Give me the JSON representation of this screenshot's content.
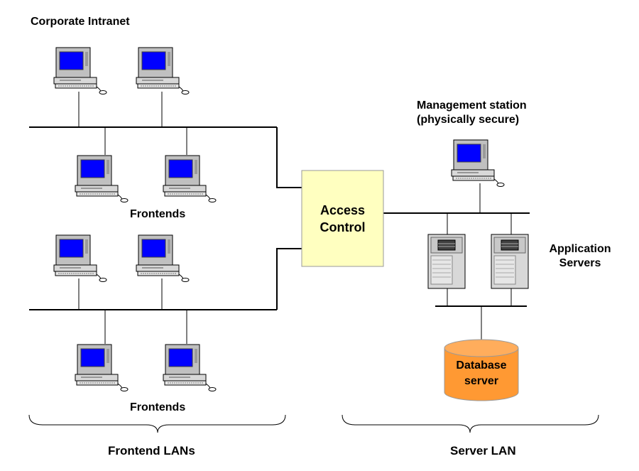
{
  "labels": {
    "corporate_intranet": "Corporate Intranet",
    "frontends_top": "Frontends",
    "frontends_bottom": "Frontends",
    "access_control_line1": "Access",
    "access_control_line2": "Control",
    "management_line1": "Management station",
    "management_line2": "(physically secure)",
    "app_servers_line1": "Application",
    "app_servers_line2": "Servers",
    "database_line1": "Database",
    "database_line2": "server",
    "frontend_lans": "Frontend LANs",
    "server_lan": "Server LAN"
  },
  "colors": {
    "background": "#ffffff",
    "line": "#000000",
    "screen": "#0000ff",
    "monitor_body": "#c0c0c0",
    "access_control_fill": "#ffffc0",
    "database_fill": "#ff9933",
    "server_body": "#d8d8d8"
  },
  "icons": {
    "workstation": "desktop-computer-icon",
    "server": "tower-server-icon",
    "database": "database-cylinder-icon"
  }
}
